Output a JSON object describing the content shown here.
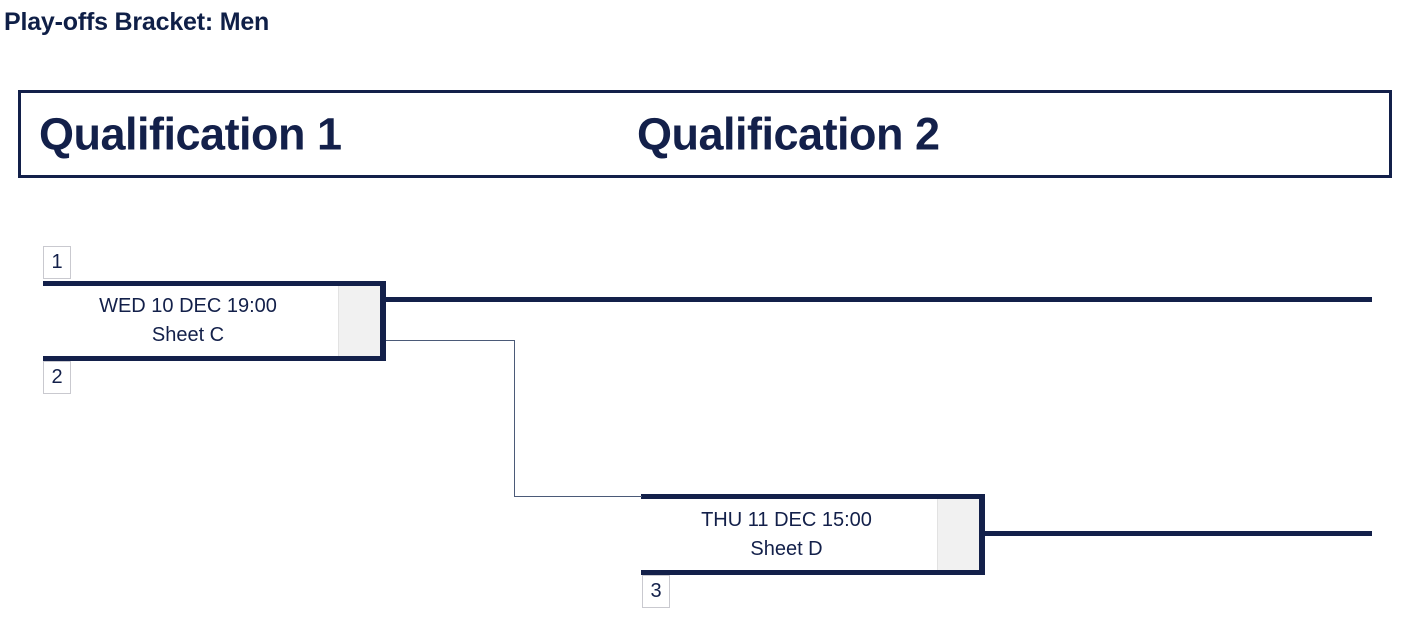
{
  "page": {
    "title": "Play-offs Bracket: Men"
  },
  "theme": {
    "navy": "#13204a",
    "score_cell_grey": "#f1f1f1",
    "seed_border": "#c9c9cf",
    "background": "#ffffff"
  },
  "rounds": [
    {
      "id": "qualification-1",
      "label": "Qualification 1"
    },
    {
      "id": "qualification-2",
      "label": "Qualification 2"
    }
  ],
  "matches": [
    {
      "id": "match-1",
      "round": "Qualification 1",
      "datetime": "WED 10 DEC 19:00",
      "sheet": "Sheet C",
      "score": "",
      "seeds": [
        {
          "id": "seed-1",
          "label": "1"
        },
        {
          "id": "seed-2",
          "label": "2"
        }
      ]
    },
    {
      "id": "match-2",
      "round": "Qualification 2",
      "datetime": "THU 11 DEC 15:00",
      "sheet": "Sheet D",
      "score": "",
      "seeds": [
        {
          "id": "seed-3",
          "label": "3"
        }
      ]
    }
  ]
}
